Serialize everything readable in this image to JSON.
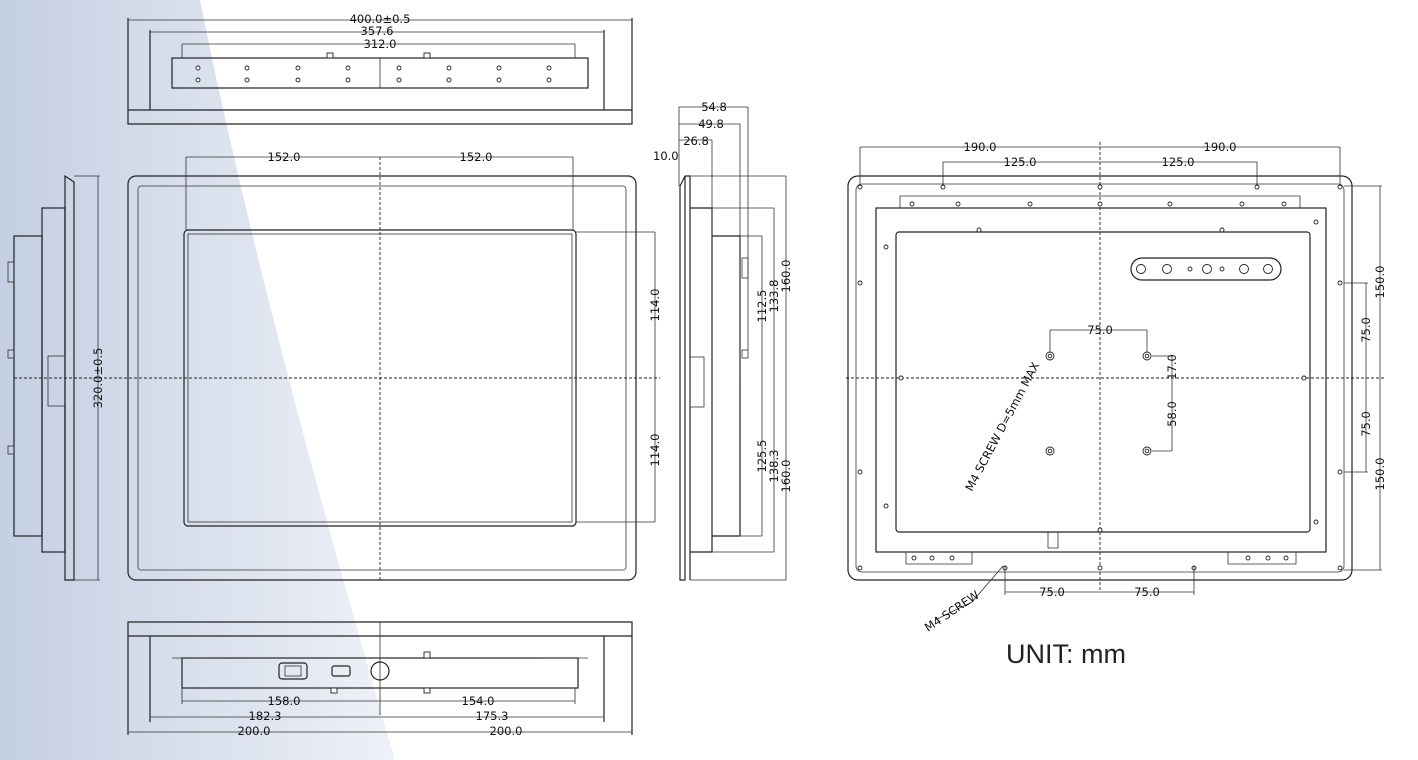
{
  "top_view": {
    "overall": "400.0±0.5",
    "body": "357.6",
    "bracket": "312.0"
  },
  "front_view": {
    "half_width_left": "152.0",
    "half_width_right": "152.0",
    "half_height_top": "114.0",
    "half_height_bottom": "114.0"
  },
  "left_view": {
    "height": "320.0±0.5"
  },
  "side_view": {
    "depth_total": "54.8",
    "depth_body": "49.8",
    "depth_panel": "26.8",
    "bezel": "10.0",
    "up_112": "112.5",
    "up_133": "133.8",
    "up_160": "160.0",
    "down_125": "125.5",
    "down_138": "138.3",
    "down_160": "160.0"
  },
  "bottom_view": {
    "left_connector": "158.0",
    "right_connector": "154.0",
    "left_body": "182.3",
    "right_body": "175.3",
    "left_overall": "200.0",
    "right_overall": "200.0"
  },
  "rear_view": {
    "top_left_190": "190.0",
    "top_right_190": "190.0",
    "top_left_125": "125.0",
    "top_right_125": "125.0",
    "right_150_top": "150.0",
    "right_150_bottom": "150.0",
    "right_75_top": "75.0",
    "right_75_bottom": "75.0",
    "vesa_width": "75.0",
    "vesa_offset": "17.0",
    "vesa_down": "58.0",
    "bottom_left_75": "75.0",
    "bottom_right_75": "75.0",
    "vesa_note": "M4 SCREW D=5mm MAX",
    "screw_note": "M4 SCREW"
  },
  "unit_label": "UNIT: mm",
  "colors": {
    "background_band": "#c9d3e5",
    "line": "#222222"
  }
}
